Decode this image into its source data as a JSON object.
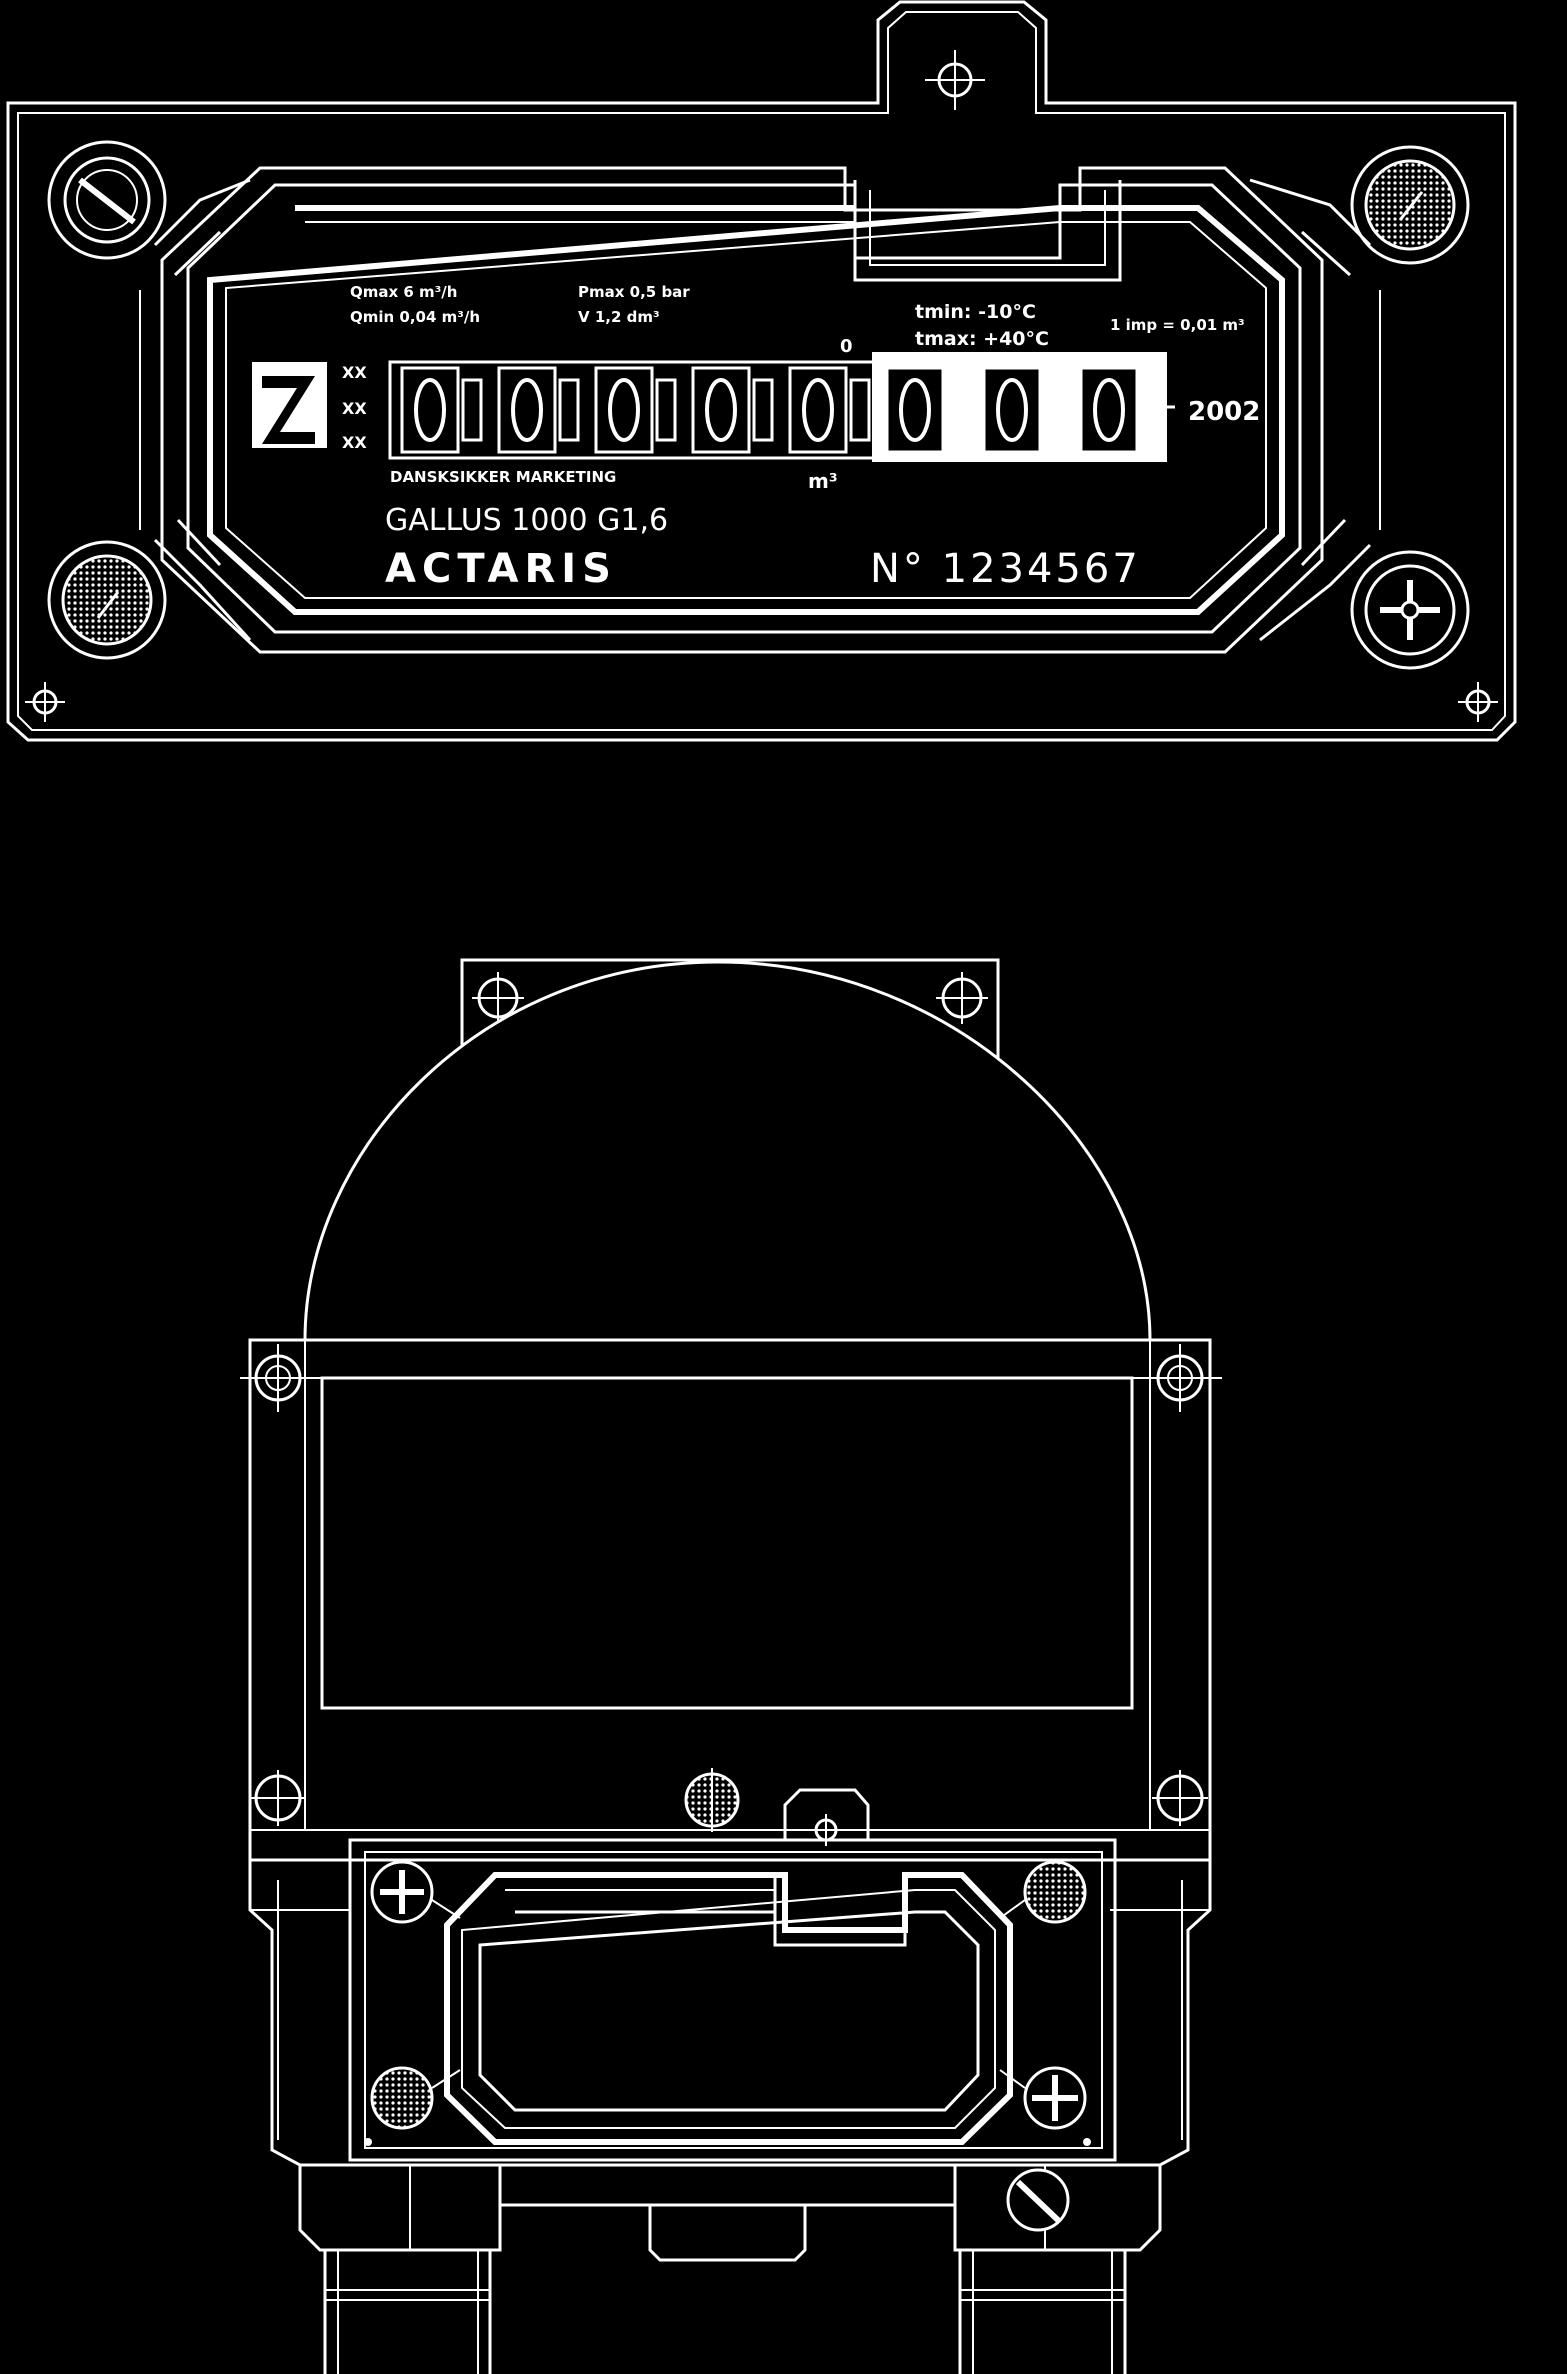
{
  "plate": {
    "spec_left_1": "Qmax 6 m³/h",
    "spec_left_2": "Qmin 0,04 m³/h",
    "spec_mid_1": "Pmax 0,5 bar",
    "spec_mid_2": "V 1,2 dm³",
    "temp_min": "tmin: -10°C",
    "temp_max": "tmax: +40°C",
    "cyclic": "1 imp = 0,01 m³",
    "year": "2002",
    "unit": "m³",
    "pulse_marker": "0",
    "side_marks": [
      "XX",
      "XX",
      "XX"
    ],
    "label_under_counter": "DANSKSIKKER MARKETING",
    "model": "GALLUS 1000 G1,6",
    "brand": "ACTARIS",
    "serial": "N° 1234567",
    "counter_digits": [
      "0",
      "0",
      "0",
      "0",
      "0",
      "0",
      "0",
      "0"
    ]
  }
}
